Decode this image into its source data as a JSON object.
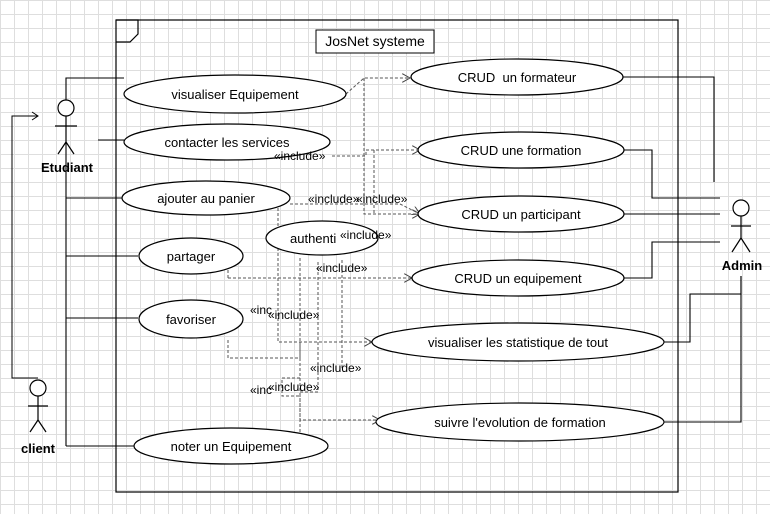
{
  "system": {
    "title": "JosNet systeme"
  },
  "actors": {
    "etudiant": "Etudiant",
    "admin": "Admin",
    "client": "client"
  },
  "use_cases": {
    "visualiser_equipement": "visualiser Equipement",
    "contacter_services": "contacter les services",
    "ajouter_panier": "ajouter au panier",
    "partager": "partager",
    "favoriser": "favoriser",
    "noter_equipement": "noter un Equipement",
    "authentifier": "authenti",
    "crud_formateur": "CRUD  un formateur",
    "crud_formation": "CRUD une formation",
    "crud_participant": "CRUD un participant",
    "crud_equipement": "CRUD un equipement",
    "visualiser_statistique": "visualiser les statistique de tout",
    "suivre_evolution": "suivre l'evolution de formation"
  },
  "relations": {
    "include": "«include»",
    "include_clipped": "«inc"
  },
  "colors": {
    "line": "#000000",
    "dashed": "#555555",
    "frame": "#000000"
  }
}
